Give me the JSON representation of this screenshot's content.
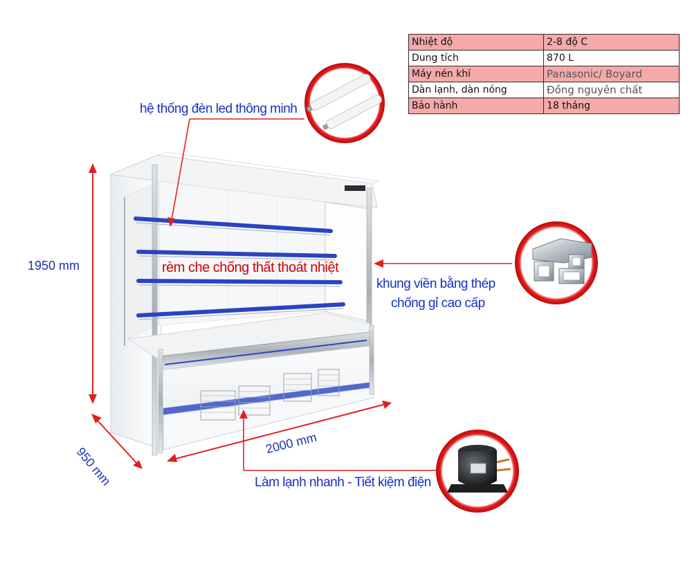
{
  "spec_table": {
    "rows": [
      {
        "key": "Nhiệt độ",
        "value": "2-8 độ C"
      },
      {
        "key": "Dung tích",
        "value": "870 L"
      },
      {
        "key": "Máy nén khí",
        "value": "Panasonic/ Boyard"
      },
      {
        "key": "Dàn lạnh, dàn nóng",
        "value": "Đồng nguyên chất"
      },
      {
        "key": "Bảo hành",
        "value": "18 tháng"
      }
    ]
  },
  "callouts": {
    "led": "hệ thống đèn led thông minh",
    "curtain": "rèm che chống thất thoát nhiệt",
    "frame_line1": "khung viền bằng thép",
    "frame_line2": "chống gỉ cao cấp",
    "compressor": "Làm lạnh nhanh - Tiết kiệm điện"
  },
  "dimensions": {
    "height": "1950 mm",
    "depth": "950 mm",
    "width": "2000 mm"
  },
  "colors": {
    "label_blue": "#1730c2",
    "label_red": "#d40000",
    "arrow_red": "#e02020",
    "table_pink": "#f5a9a9",
    "shelf_blue": "#2a43c4"
  }
}
